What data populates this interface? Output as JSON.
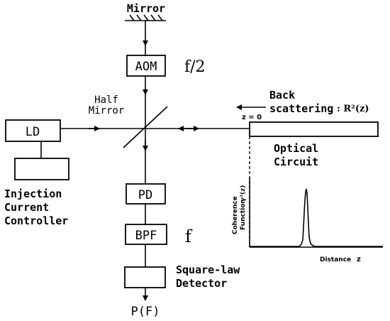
{
  "labels": {
    "mirror": "Mirror",
    "aom": "AOM",
    "aom_freq": "f/2",
    "half_mirror_line1": "Half",
    "half_mirror_line2": "Mirror",
    "ld": "LD",
    "injection_line1": "Injection",
    "injection_line2": "Current",
    "injection_line3": "Controller",
    "pd": "PD",
    "bpf": "BPF",
    "bpf_freq": "f",
    "square_law_line1": "Square-law",
    "square_law_line2": "Detector",
    "output": "P(F)",
    "back_scattering_line1": "Back",
    "back_scattering_line2": "scattering",
    "back_scattering_fn": ": R²(z)",
    "z_zero": "z = 0",
    "optical_circuit_line1": "Optical",
    "optical_circuit_line2": "Circuit"
  },
  "inset": {
    "ylabel_line1": "Coherence",
    "ylabel_line2": "Function",
    "ylabel_fn": "γ²(z)",
    "xlabel": "Distance",
    "xvar": "z"
  }
}
